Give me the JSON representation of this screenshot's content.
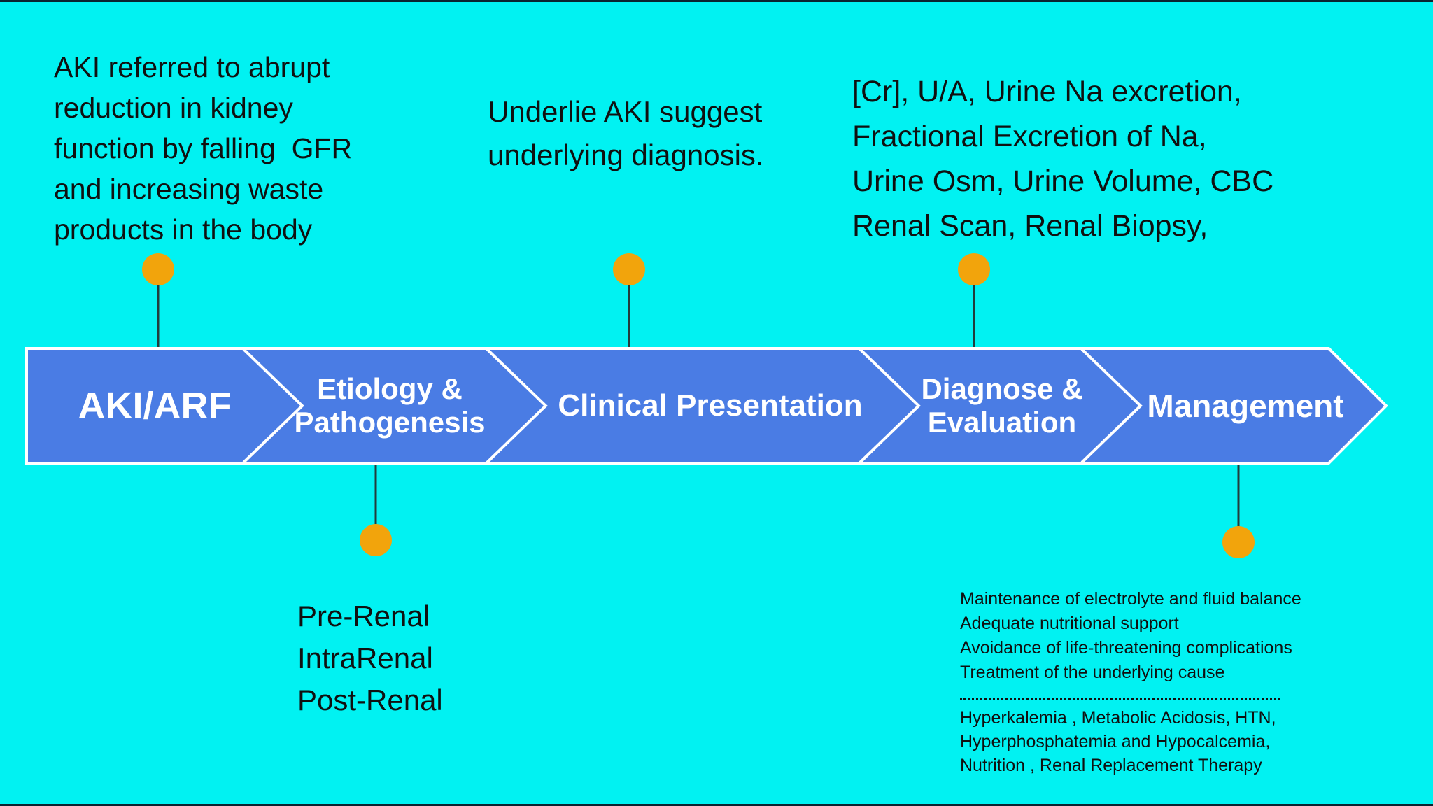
{
  "title": "AKI / ARF process flow diagram",
  "colors": {
    "background": "#01F2F2",
    "banner_fill": "#4A7CE4",
    "banner_outline": "#FFFFFF",
    "banner_text": "#FFFFFF",
    "milestone_marker": "#F2A40C",
    "connector_line": "#223C3C",
    "annotation_text": "#101010"
  },
  "banner": {
    "stages": [
      {
        "label": "AKI/ARF"
      },
      {
        "label": "Etiology &\nPathogenesis"
      },
      {
        "label": "Clinical Presentation"
      },
      {
        "label": "Diagnose &\nEvaluation"
      },
      {
        "label": "Management"
      }
    ]
  },
  "annotations": {
    "aki_definition": "AKI referred to abrupt\nreduction in kidney\nfunction by falling  GFR\nand increasing waste\nproducts in the body",
    "clinical_presentation": "Underlie AKI suggest\nunderlying diagnosis.",
    "diagnose_evaluation": "[Cr], U/A, Urine Na excretion,\nFractional Excretion of Na,\nUrine Osm, Urine Volume, CBC\nRenal Scan, Renal Biopsy,",
    "etiology_types": "Pre-Renal\nIntraRenal\nPost-Renal",
    "management_goals": "Maintenance of electrolyte and fluid balance\nAdequate nutritional support\nAvoidance of life-threatening complications\nTreatment of the underlying cause",
    "management_complications": "Hyperkalemia , Metabolic Acidosis, HTN,\nHyperphosphatemia and Hypocalcemia,\nNutrition , Renal Replacement Therapy"
  }
}
